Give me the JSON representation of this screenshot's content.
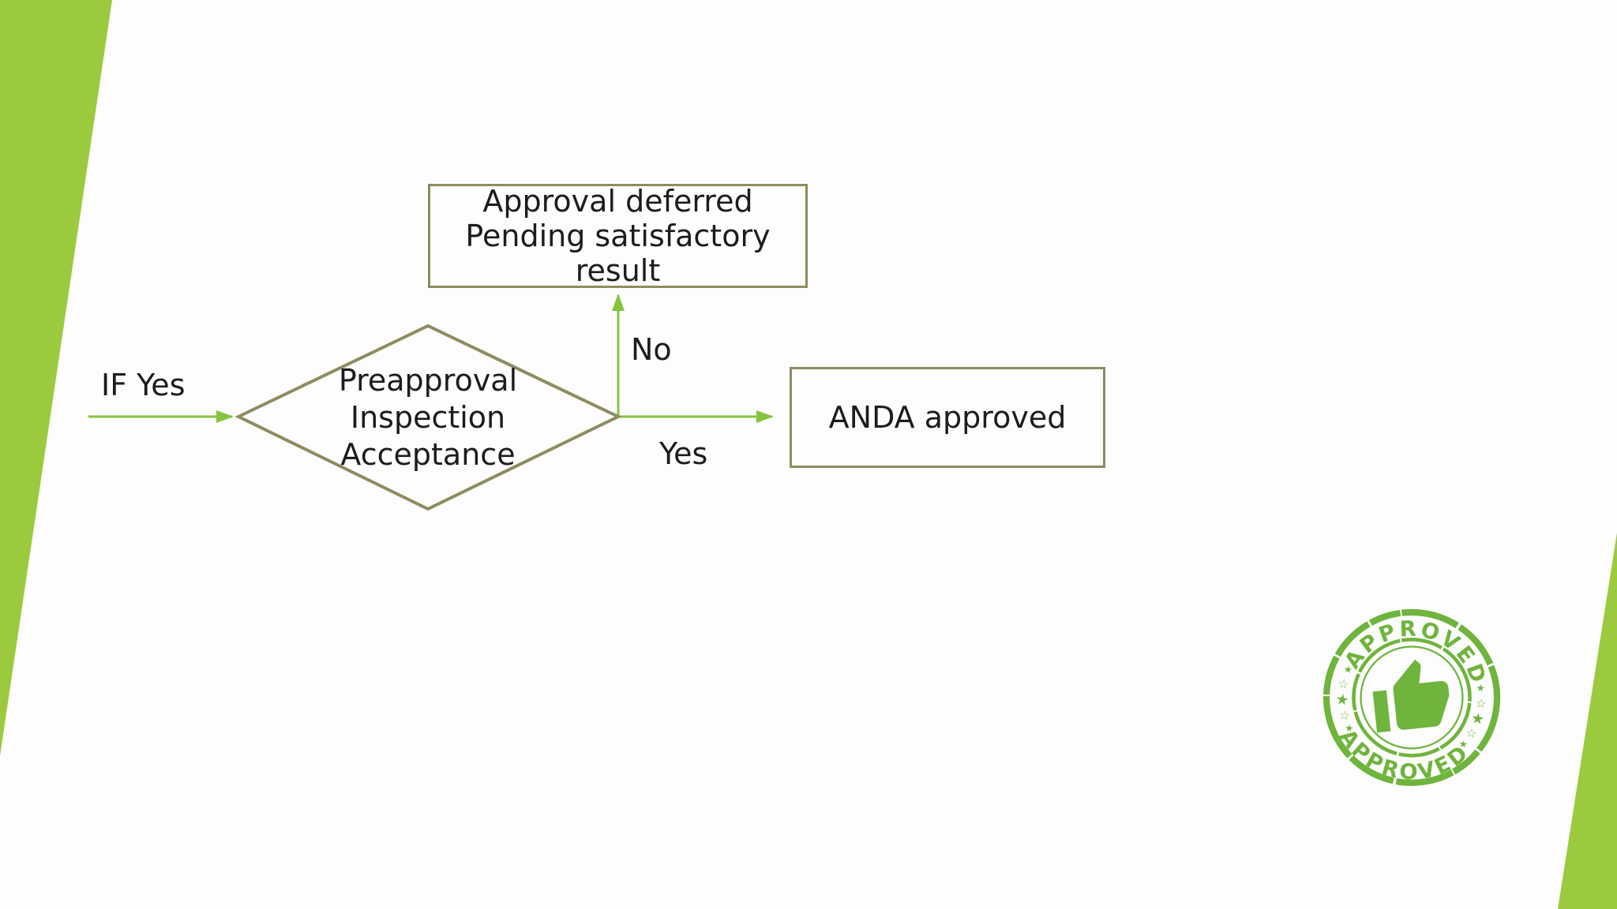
{
  "slide": {
    "type": "flowchart-slide"
  },
  "colors": {
    "bg": "#fdfdfd",
    "text": "#1c1c1c",
    "wedge": "#9cca3e",
    "arrow": "#85c43d",
    "olive": "#8e8c60",
    "stamp": "#6fb43c"
  },
  "flowchart": {
    "deferred_box": {
      "label": "Approval deferred\nPending satisfactory\nresult"
    },
    "decision": {
      "label": "Preapproval\nInspection\nAcceptance"
    },
    "anda_box": {
      "label": "ANDA approved"
    },
    "labels": {
      "if_yes": "IF Yes",
      "no": "No",
      "yes": "Yes"
    }
  },
  "stamp": {
    "top_text": "APPROVED",
    "bottom_text": "APPROVED",
    "star_glyph": "★",
    "star_outline_glyph": "☆"
  }
}
